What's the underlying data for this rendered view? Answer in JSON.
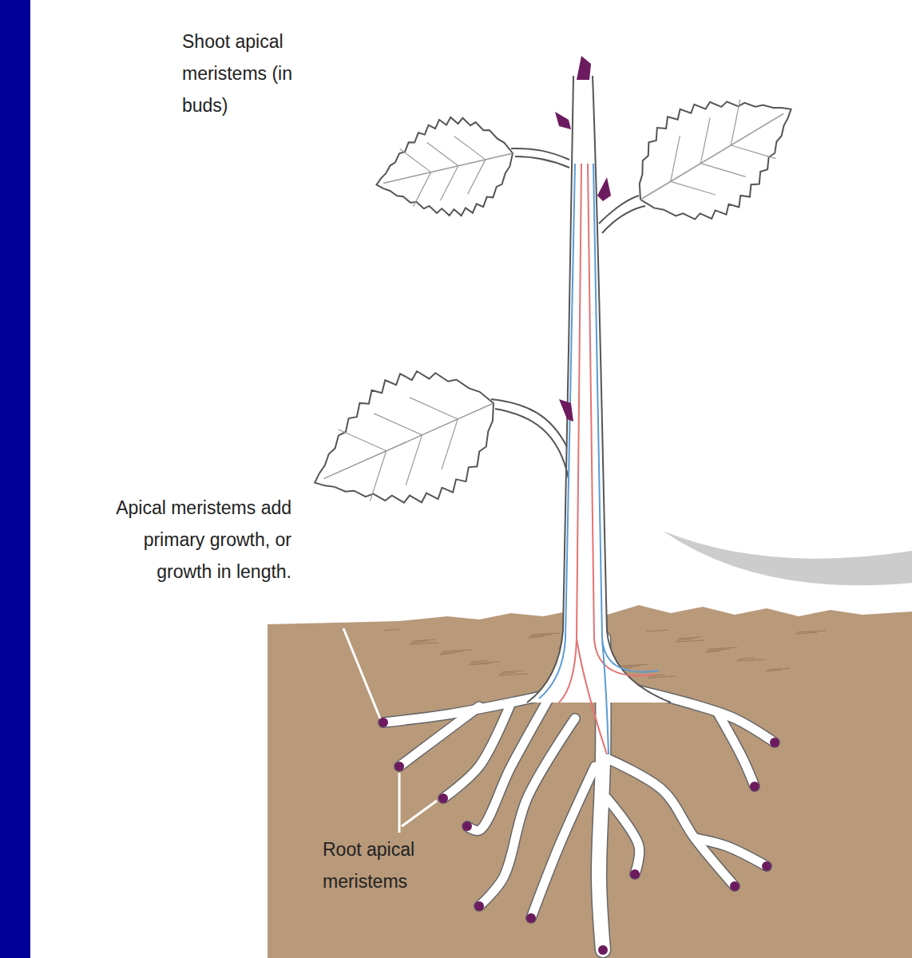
{
  "diagram": {
    "labels": [
      "Shoot apical meristems (in buds)",
      "Apical meristems add primary growth, or growth in length.",
      "Root apical meristems"
    ]
  }
}
